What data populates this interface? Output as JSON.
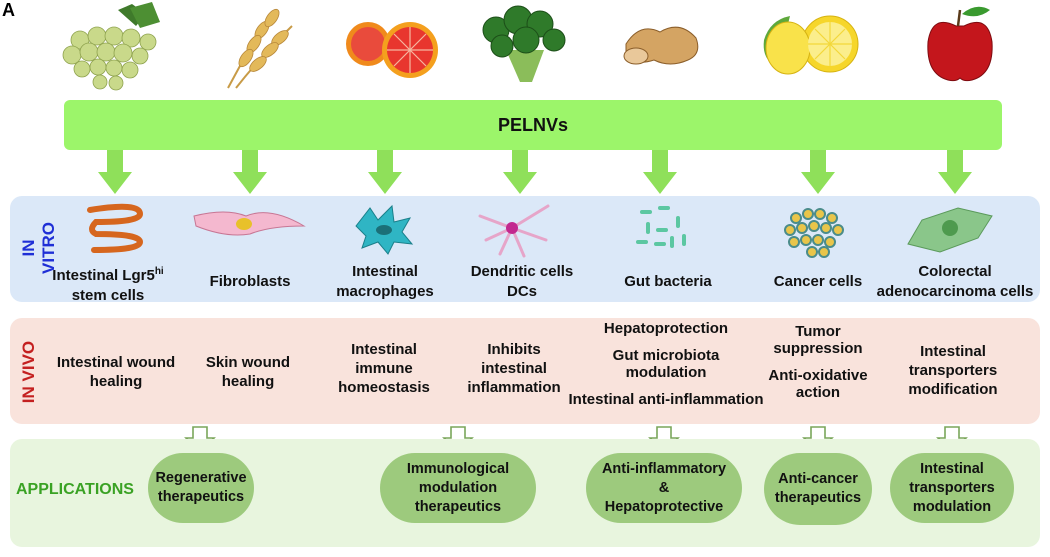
{
  "corner_label": "A",
  "top_bar": {
    "label": "PELNVs",
    "color": "#9cf56a"
  },
  "sources": [
    {
      "icon": "grapes-icon"
    },
    {
      "icon": "wheat-icon"
    },
    {
      "icon": "grapefruit-icon"
    },
    {
      "icon": "broccoli-icon"
    },
    {
      "icon": "ginger-icon"
    },
    {
      "icon": "lemon-icon"
    },
    {
      "icon": "apple-icon"
    }
  ],
  "in_vitro": {
    "label": "IN VITRO",
    "label_color": "#1f2fd6",
    "bg": "#dbe8f8",
    "targets": [
      {
        "icon": "intestine-icon",
        "line1": "Intestinal Lgr5",
        "sup": "hi",
        "line2": "stem cells"
      },
      {
        "icon": "fibroblast-icon",
        "line1": "Fibroblasts",
        "line2": ""
      },
      {
        "icon": "macrophage-icon",
        "line1": "Intestinal",
        "line2": "macrophages"
      },
      {
        "icon": "dendritic-cell-icon",
        "line1": "Dendritic cells",
        "line2": "DCs"
      },
      {
        "icon": "bacteria-icon",
        "line1": "Gut bacteria",
        "line2": ""
      },
      {
        "icon": "cancer-cells-icon",
        "line1": "Cancer cells",
        "line2": ""
      },
      {
        "icon": "colorectal-cell-icon",
        "line1": "Colorectal",
        "line2": "adenocarcinoma cells"
      }
    ]
  },
  "in_vivo": {
    "label": "IN VIVO",
    "label_color": "#c42020",
    "bg": "#f9e3dc",
    "effects": [
      {
        "lines": [
          "Intestinal wound",
          "healing"
        ]
      },
      {
        "lines": [
          "Skin wound",
          "healing"
        ]
      },
      {
        "lines": [
          "Intestinal",
          "immune",
          "homeostasis"
        ]
      },
      {
        "lines": [
          "Inhibits",
          "intestinal",
          "inflammation"
        ]
      },
      {
        "lines": [
          "Hepatoprotection",
          "",
          "Gut microbiota",
          "modulation",
          "",
          "Intestinal anti-inflammation"
        ]
      },
      {
        "lines": [
          "Tumor",
          "suppression",
          "",
          "Anti-oxidative",
          "action"
        ]
      },
      {
        "lines": [
          "Intestinal",
          "transporters",
          "modification"
        ]
      }
    ]
  },
  "applications": {
    "label": "APPLICATIONS",
    "label_color": "#3aa224",
    "bg": "#e8f5de",
    "items": [
      {
        "lines": [
          "Regenerative",
          "therapeutics"
        ]
      },
      {
        "lines": [
          "Immunological",
          "modulation",
          "therapeutics"
        ]
      },
      {
        "lines": [
          "Anti-inflammatory",
          "&",
          "Hepatoprotective"
        ]
      },
      {
        "lines": [
          "Anti-cancer",
          "therapeutics"
        ]
      },
      {
        "lines": [
          "Intestinal",
          "transporters",
          "modulation"
        ]
      }
    ]
  }
}
